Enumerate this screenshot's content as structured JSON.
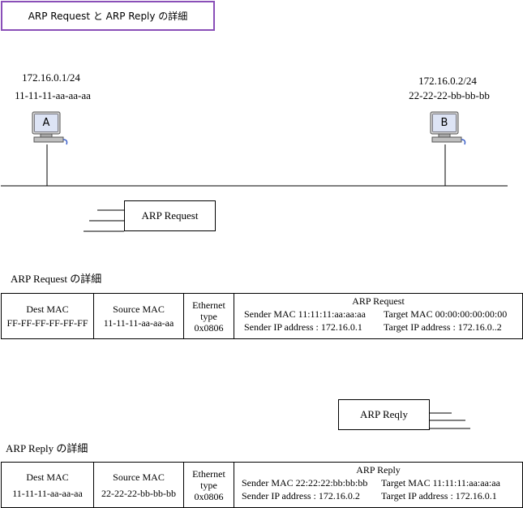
{
  "title": "ARP Request と ARP Reply の詳細",
  "hosts": {
    "a": {
      "ip": "172.16.0.1/24",
      "mac": "11-11-11-aa-aa-aa",
      "label": "A"
    },
    "b": {
      "ip": "172.16.0.2/24",
      "mac": "22-22-22-bb-bb-bb",
      "label": "B"
    }
  },
  "frames": {
    "request": "ARP Request",
    "reply": "ARP Reqly"
  },
  "request_section": {
    "title": "ARP Request の詳細",
    "dest_label": "Dest MAC",
    "dest_value": "FF-FF-FF-FF-FF-FF",
    "src_label": "Source MAC",
    "src_value": "11-11-11-aa-aa-aa",
    "eth_label_1": "Ethernet",
    "eth_label_2": "type",
    "eth_value": "0x0806",
    "arp_title": "ARP Request",
    "sender_mac": "Sender MAC 11:11:11:aa:aa:aa",
    "target_mac": "Target MAC 00:00:00:00:00:00",
    "sender_ip": "Sender IP address : 172.16.0.1",
    "target_ip": "Target IP address : 172.16.0..2"
  },
  "reply_section": {
    "title": "ARP Reply の詳細",
    "dest_label": "Dest MAC",
    "dest_value": "11-11-11-aa-aa-aa",
    "src_label": "Source MAC",
    "src_value": "22-22-22-bb-bb-bb",
    "eth_label_1": "Ethernet",
    "eth_label_2": "type",
    "eth_value": "0x0806",
    "arp_title": "ARP Reply",
    "sender_mac": "Sender MAC 22:22:22:bb:bb:bb",
    "target_mac": "Target MAC 11:11:11:aa:aa:aa",
    "sender_ip": "Sender IP address : 172.16.0.2",
    "target_ip": "Target IP address : 172.16.0.1"
  },
  "colors": {
    "title_border": "#8a4fb8",
    "monitor_frame": "#c8c8c8",
    "screen": "#3a5ec8"
  }
}
